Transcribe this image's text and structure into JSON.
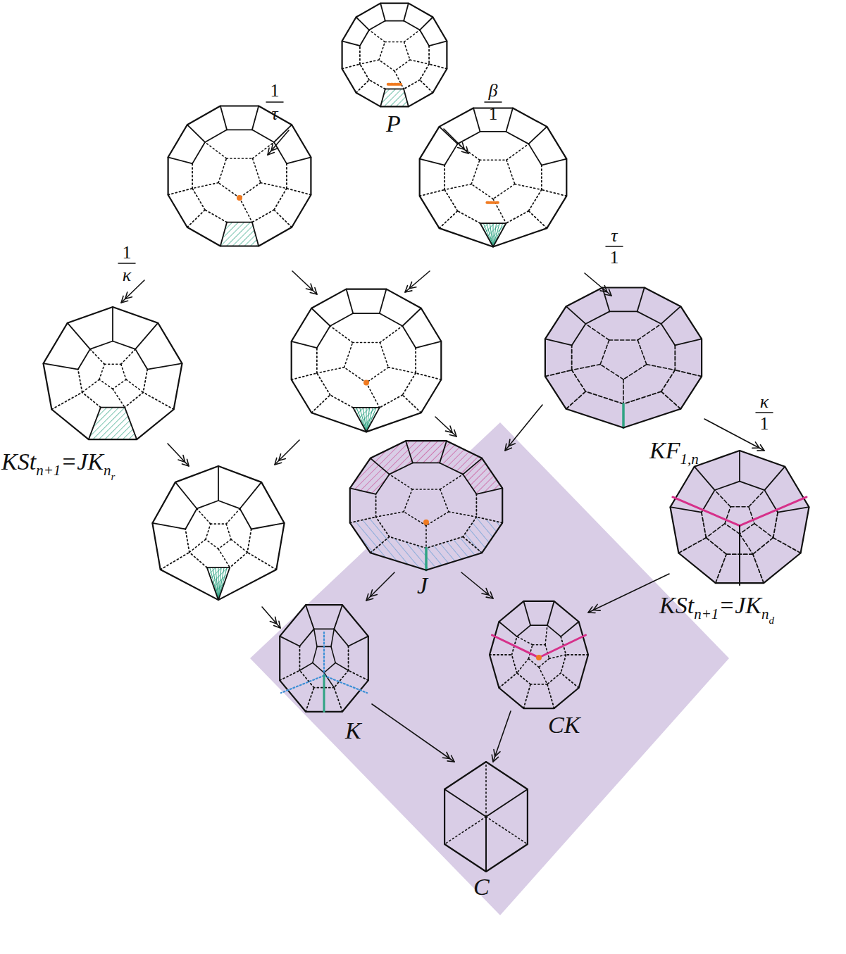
{
  "diagram": {
    "nodes": [
      {
        "text": [
          "P"
        ]
      },
      {
        "text": [
          "KStn+1=JKnr"
        ]
      },
      {
        "text": [
          "KF1,n"
        ]
      },
      {
        "text": [
          "J"
        ]
      },
      {
        "text": [
          "KStn+1=JKnd"
        ]
      },
      {
        "text": [
          "K"
        ]
      },
      {
        "text": [
          "CK"
        ]
      },
      {
        "text": [
          "C"
        ]
      }
    ],
    "edges": [
      {
        "from": 2,
        "to": 3,
        "arrow": "to"
      },
      {
        "from": 2,
        "to": 4,
        "arrow": "to"
      },
      {
        "from": 3,
        "to": 5,
        "arrow": "to"
      },
      {
        "from": 3,
        "to": 6,
        "arrow": "to"
      },
      {
        "from": 4,
        "to": 6,
        "arrow": "to"
      },
      {
        "from": 5,
        "to": 7,
        "arrow": "to"
      },
      {
        "from": 6,
        "to": 7,
        "arrow": "to"
      }
    ],
    "labels": [
      "1",
      "τ",
      "β",
      "1",
      "1",
      "κ",
      "τ",
      "1",
      "κ",
      "1"
    ]
  }
}
